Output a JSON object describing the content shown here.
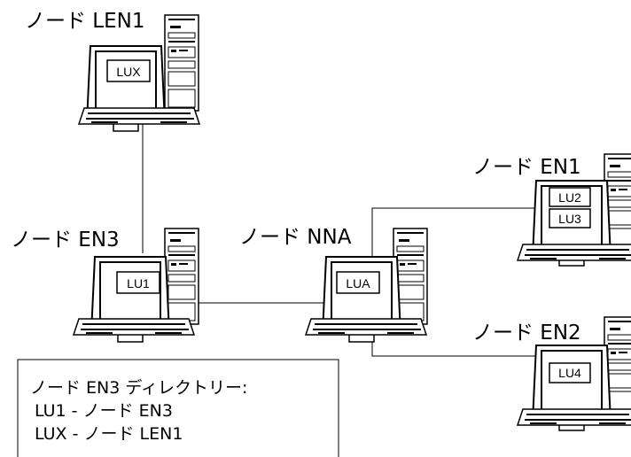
{
  "nodes": {
    "len1": {
      "label": "ノード LEN1",
      "lus": [
        "LUX"
      ]
    },
    "en3": {
      "label": "ノード EN3",
      "lus": [
        "LU1"
      ]
    },
    "nna": {
      "label": "ノード NNA",
      "lus": [
        "LUA"
      ]
    },
    "en1": {
      "label": "ノード EN1",
      "lus": [
        "LU2",
        "LU3"
      ]
    },
    "en2": {
      "label": "ノード EN2",
      "lus": [
        "LU4"
      ]
    }
  },
  "directory": {
    "title": "ノード EN3 ディレクトリー:",
    "entries": [
      "LU1 - ノード EN3",
      "LUX - ノード LEN1"
    ]
  },
  "colors": {
    "line": "#000000",
    "background": "#ffffff"
  }
}
